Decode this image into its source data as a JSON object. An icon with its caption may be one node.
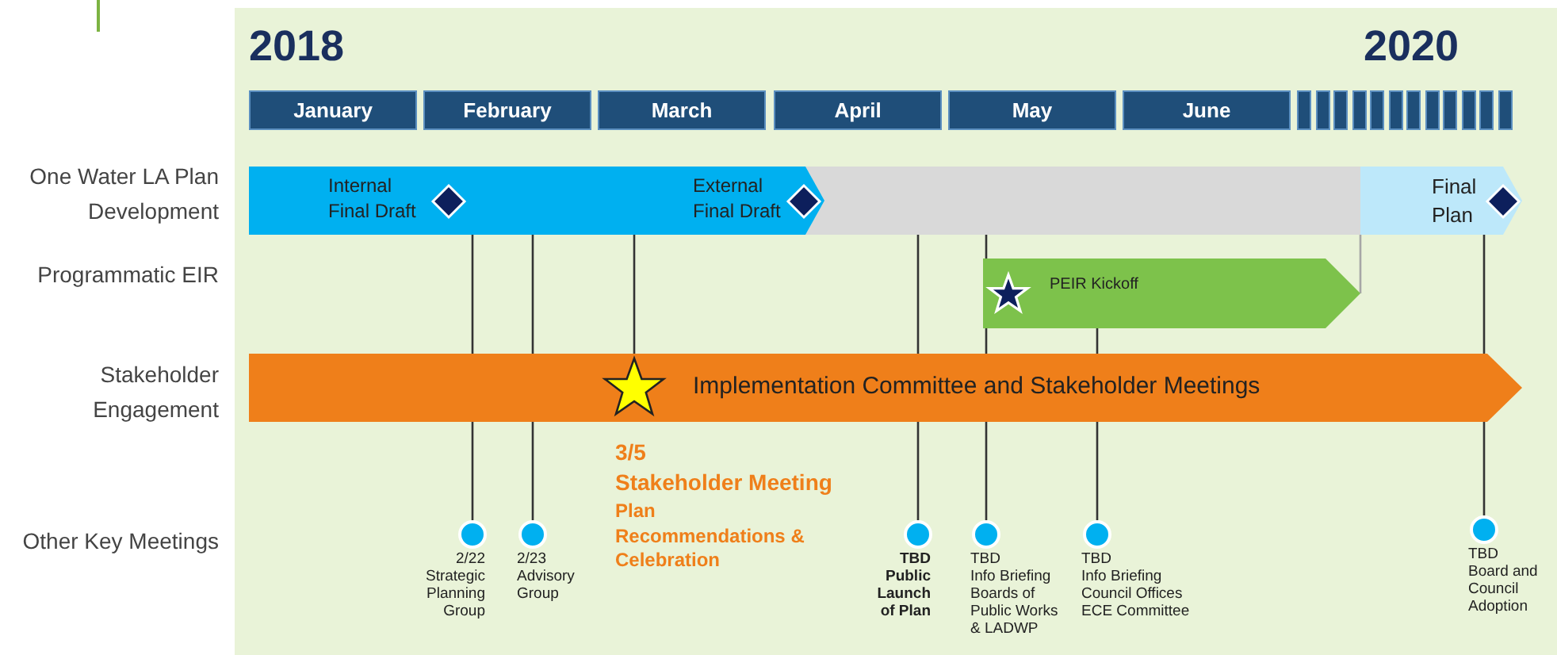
{
  "diagram": {
    "nodes": [
      {
        "text": [
          "Internal Final Draft",
          "External Final Draft"
        ]
      },
      {
        "text": [],
        "shape": "bar"
      },
      {
        "text": [
          "Final Plan"
        ]
      },
      {
        "text": [
          "PEIR Kickoff"
        ]
      },
      {
        "text": [
          "Implementation Committee and Stakeholder Meetings"
        ]
      },
      {
        "text": [],
        "shape": "star",
        "in": 4,
        "beside": [
          "3/5",
          "Stakeholder Meeting",
          "Plan Recommendations & Celebration"
        ]
      },
      {
        "text": [],
        "shape": "circle",
        "beside": [
          "2/22",
          "Strategic Planning Group"
        ]
      },
      {
        "text": [],
        "shape": "circle",
        "beside": [
          "2/23",
          "Advisory Group"
        ]
      },
      {
        "text": [],
        "shape": "circle",
        "beside": [
          "TBD",
          "Public Launch of Plan"
        ]
      },
      {
        "text": [],
        "shape": "circle",
        "beside": [
          "TBD",
          "Info Briefing Boards of Public Works & LADWP"
        ]
      },
      {
        "text": [],
        "shape": "circle",
        "beside": [
          "TBD",
          "Info Briefing Council Offices ECE Committee"
        ]
      },
      {
        "text": [],
        "shape": "circle",
        "beside": [
          "TBD",
          "Board and Council Adoption"
        ]
      }
    ],
    "edges": [
      {
        "from": 0,
        "to": 6,
        "arrow": "none"
      },
      {
        "from": 0,
        "to": 7,
        "arrow": "none"
      },
      {
        "from": 0,
        "to": 5,
        "arrow": "none"
      },
      {
        "from": 1,
        "to": 8,
        "arrow": "none"
      },
      {
        "from": 1,
        "to": 9,
        "arrow": "none"
      },
      {
        "from": 3,
        "to": 10,
        "arrow": "none"
      },
      {
        "from": 1,
        "to": 3,
        "arrow": "none",
        "color": "#a6a6a6"
      },
      {
        "from": 2,
        "to": 11,
        "arrow": "none"
      }
    ],
    "labels": [
      "2018",
      "2020",
      "January",
      "February",
      "March",
      "April",
      "May",
      "June",
      "One Water LA Plan Development",
      "Programmatic EIR",
      "Stakeholder Engagement",
      "Other Key Meetings"
    ]
  }
}
